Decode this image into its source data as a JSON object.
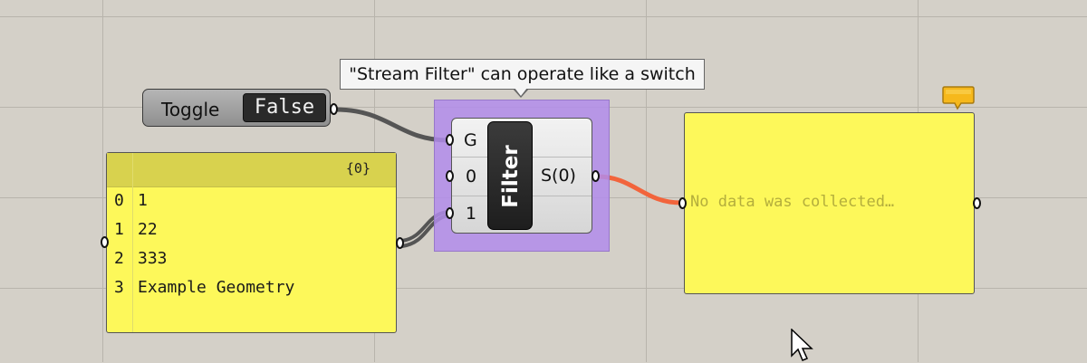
{
  "toggle": {
    "label": "Toggle",
    "value": "False"
  },
  "tooltip": {
    "text": "\"Stream Filter\" can operate like a switch"
  },
  "panel": {
    "path": "{0}",
    "rows": [
      {
        "index": "0",
        "value": "1"
      },
      {
        "index": "1",
        "value": "22"
      },
      {
        "index": "2",
        "value": "333"
      },
      {
        "index": "3",
        "value": "Example Geometry"
      }
    ]
  },
  "filter": {
    "name": "Filter",
    "inputs": [
      "G",
      "0",
      "1"
    ],
    "output": "S(0)"
  },
  "output_panel": {
    "message": "No data was collected…"
  },
  "icons": [
    "comment-icon",
    "mouse-cursor-icon"
  ],
  "colors": {
    "canvas": "#d4d0c8",
    "panel": "#fdf85a",
    "group": "#b18ceb",
    "active_wire": "#f2643c"
  }
}
